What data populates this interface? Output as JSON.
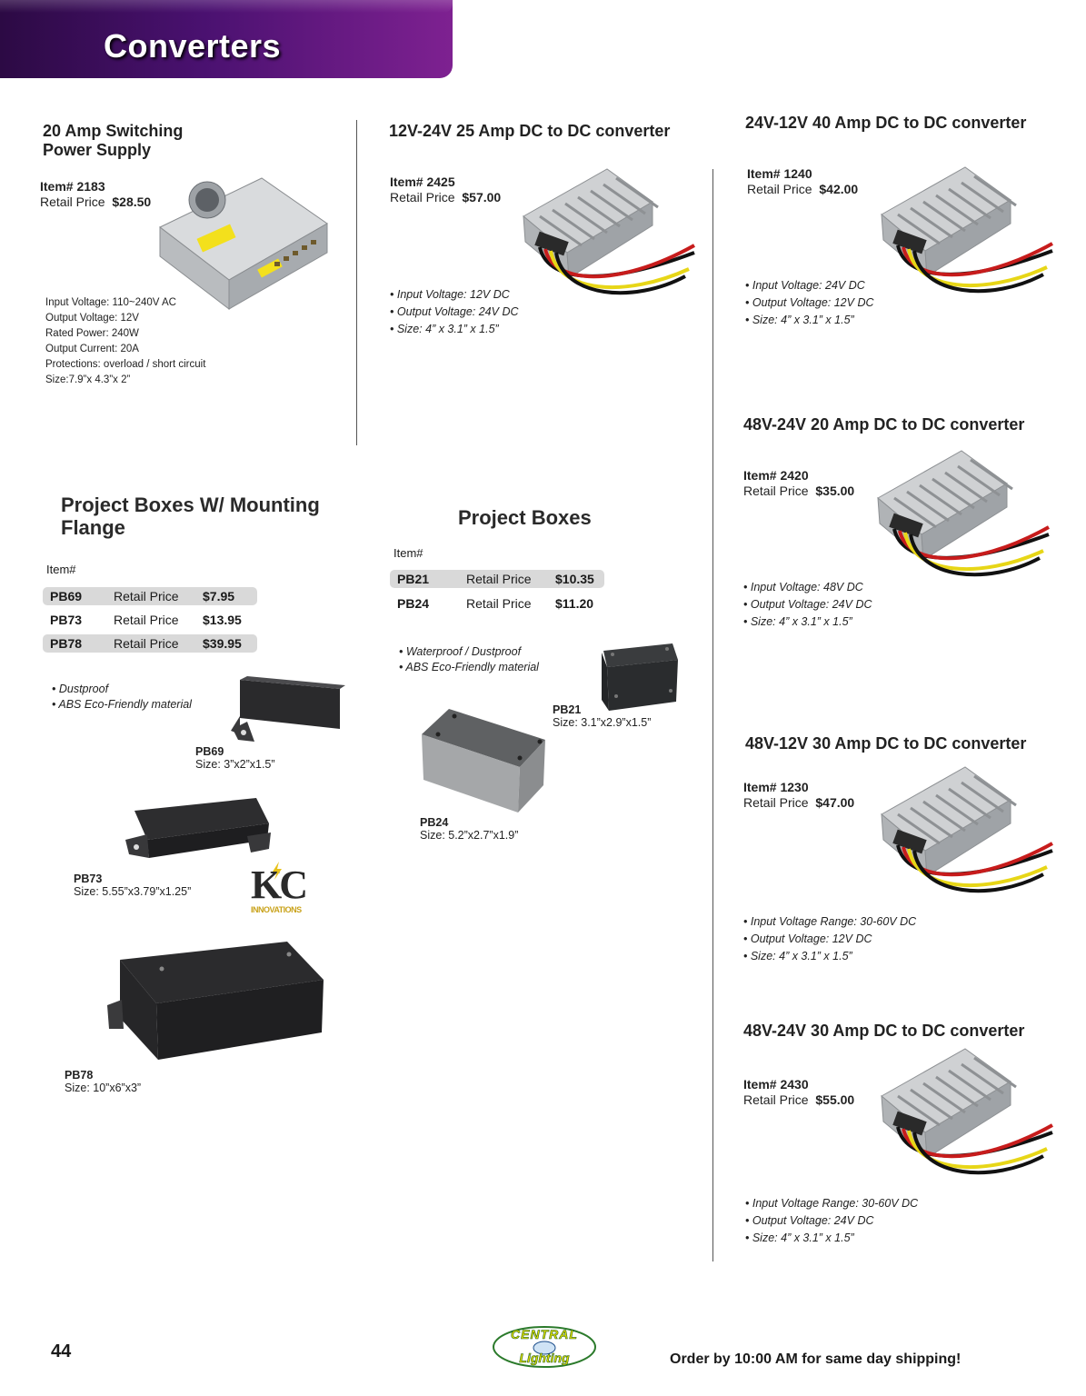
{
  "header": {
    "title": "Converters"
  },
  "switching": {
    "title_line1": "20 Amp Switching",
    "title_line2": "Power Supply",
    "item": "Item# 2183",
    "price_label": "Retail Price",
    "price": "$28.50",
    "specs": [
      "Input Voltage: 110~240V AC",
      "Output Voltage: 12V",
      "Rated Power: 240W",
      "Output Current: 20A",
      "Protections: overload / short circuit",
      "Size:7.9”x 4.3”x 2”"
    ]
  },
  "converters": [
    {
      "title": "12V-24V 25 Amp DC to DC converter",
      "item": "Item# 2425",
      "price_label": "Retail Price",
      "price": "$57.00",
      "bullets": [
        "• Input Voltage: 12V DC",
        "• Output Voltage: 24V DC",
        "• Size: 4” x 3.1” x 1.5”"
      ]
    },
    {
      "title": "24V-12V 40 Amp DC to DC converter",
      "item": "Item# 1240",
      "price_label": "Retail Price",
      "price": "$42.00",
      "bullets": [
        "• Input Voltage: 24V DC",
        "• Output Voltage: 12V DC",
        "• Size: 4” x 3.1” x 1.5”"
      ]
    },
    {
      "title": "48V-24V 20 Amp DC to DC converter",
      "item": "Item# 2420",
      "price_label": "Retail Price",
      "price": "$35.00",
      "bullets": [
        "• Input Voltage: 48V DC",
        "• Output Voltage: 24V DC",
        "• Size: 4” x 3.1” x 1.5”"
      ]
    },
    {
      "title": "48V-12V 30 Amp DC to DC converter",
      "item": "Item# 1230",
      "price_label": "Retail Price",
      "price": "$47.00",
      "bullets": [
        "• Input Voltage Range: 30-60V DC",
        "• Output Voltage: 12V DC",
        "• Size: 4” x 3.1” x 1.5”"
      ]
    },
    {
      "title": "48V-24V 30 Amp DC to DC converter",
      "item": "Item# 2430",
      "price_label": "Retail Price",
      "price": "$55.00",
      "bullets": [
        "• Input Voltage Range: 30-60V DC",
        "• Output Voltage: 24V DC",
        "• Size: 4” x 3.1” x 1.5”"
      ]
    }
  ],
  "flange_boxes": {
    "title_line1": "Project Boxes W/ Mounting",
    "title_line2": "Flange",
    "item_header": "Item#",
    "rows": [
      {
        "code": "PB69",
        "label": "Retail Price",
        "price": "$7.95"
      },
      {
        "code": "PB73",
        "label": "Retail Price",
        "price": "$13.95"
      },
      {
        "code": "PB78",
        "label": "Retail Price",
        "price": "$39.95"
      }
    ],
    "bullets": [
      "• Dustproof",
      "• ABS Eco-Friendly material"
    ],
    "captions": [
      {
        "code": "PB69",
        "size": "Size: 3”x2”x1.5”"
      },
      {
        "code": "PB73",
        "size": "Size: 5.55”x3.79”x1.25”"
      },
      {
        "code": "PB78",
        "size": "Size: 10”x6”x3”"
      }
    ],
    "logo_letters": "KC",
    "logo_sub": "INNOVATIONS"
  },
  "project_boxes": {
    "title": "Project Boxes",
    "item_header": "Item#",
    "rows": [
      {
        "code": "PB21",
        "label": "Retail Price",
        "price": "$10.35"
      },
      {
        "code": "PB24",
        "label": "Retail Price",
        "price": "$11.20"
      }
    ],
    "bullets": [
      "• Waterproof / Dustproof",
      "• ABS Eco-Friendly material"
    ],
    "captions": [
      {
        "code": "PB21",
        "size": "Size: 3.1”x2.9”x1.5”"
      },
      {
        "code": "PB24",
        "size": "Size: 5.2”x2.7”x1.9”"
      }
    ]
  },
  "footer": {
    "page_number": "44",
    "logo_top": "CENTRAL",
    "logo_bottom": "Lighting",
    "note": "Order by 10:00 AM for same day shipping!"
  }
}
